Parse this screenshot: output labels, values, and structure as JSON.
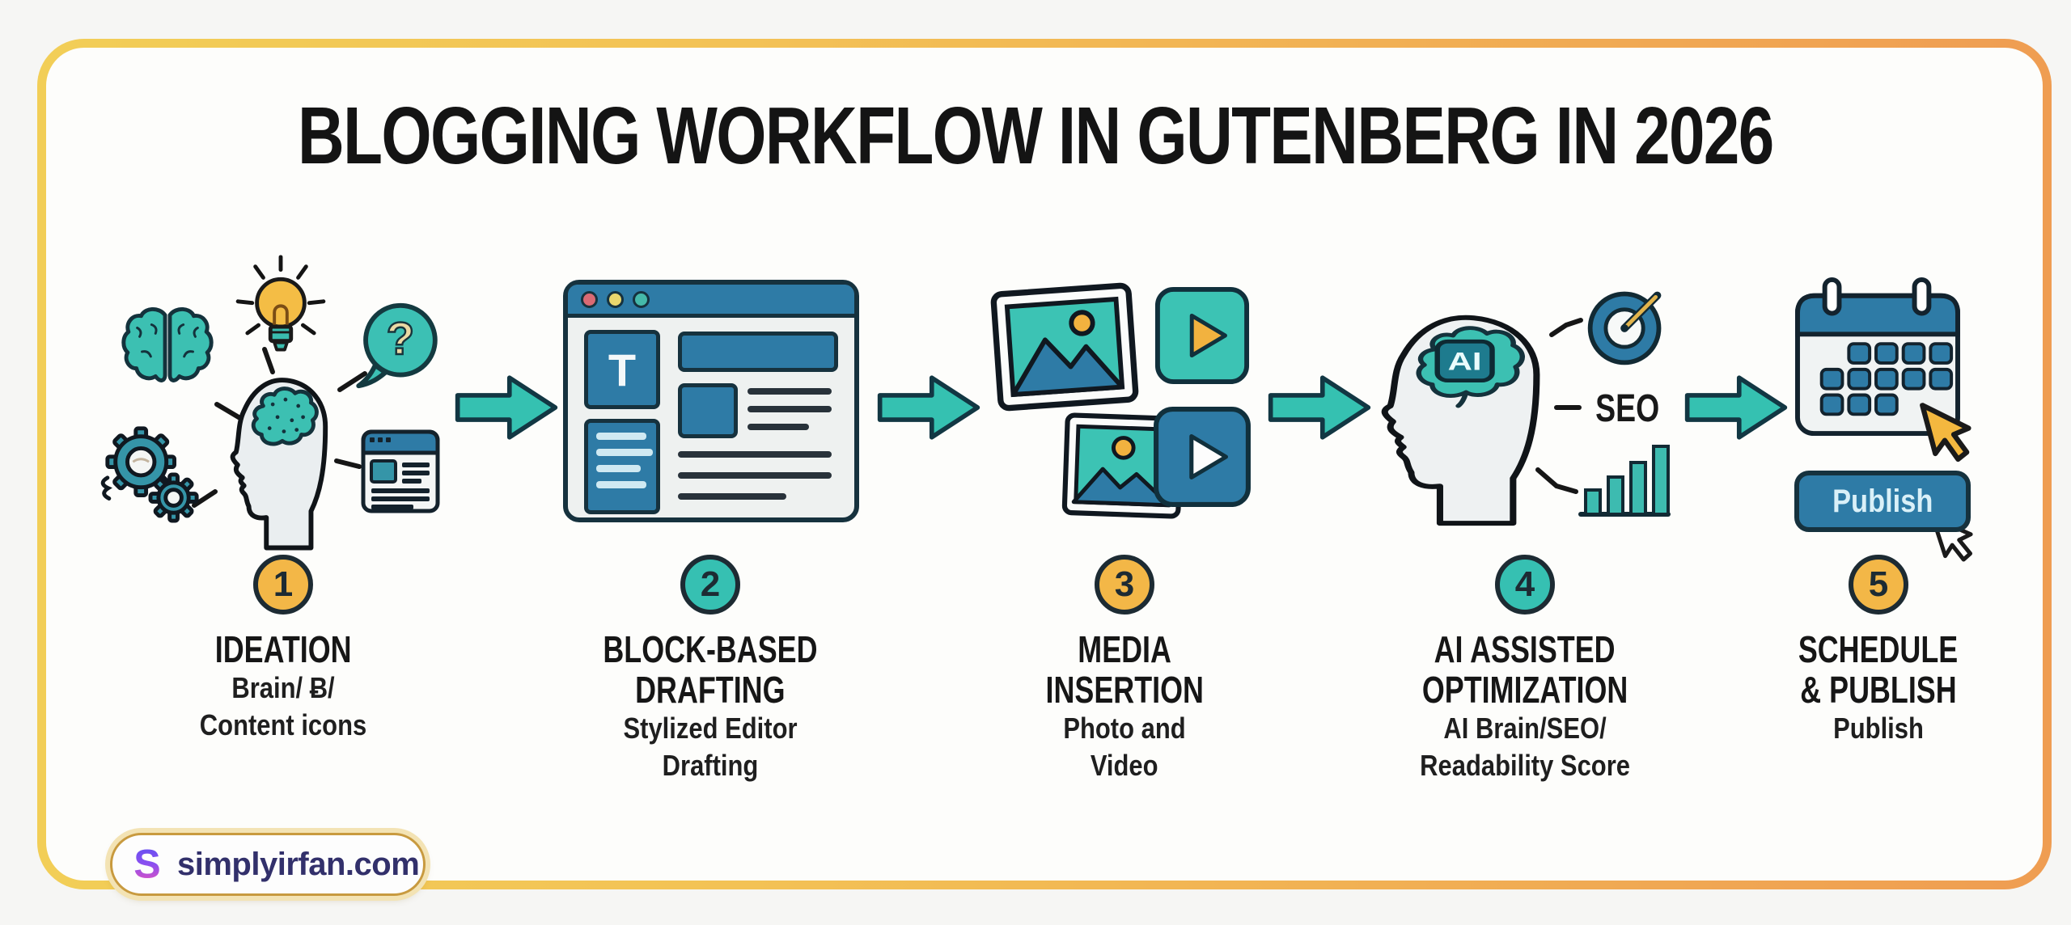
{
  "title": "BLOGGING WORKFLOW IN GUTENBERG IN 2026",
  "steps": [
    {
      "number": "1",
      "title_line1": "IDEATION",
      "sub_line1": "Brain/ Ƀ/",
      "sub_line2": "Content icons",
      "bubble_glyph": "?"
    },
    {
      "number": "2",
      "title_line1": "BLOCK-BASED",
      "title_line2": "DRAFTING",
      "sub_line1": "Stylized Editor",
      "sub_line2": "Drafting",
      "editor_text_label": "T"
    },
    {
      "number": "3",
      "title_line1": "MEDIA",
      "title_line2": "INSERTION",
      "sub_line1": "Photo and",
      "sub_line2": "Video"
    },
    {
      "number": "4",
      "title_line1": "AI ASSISTED",
      "title_line2": "OPTIMIZATION",
      "sub_line1": "AI Brain/SEO/",
      "sub_line2": "Readability Score",
      "ai_chip_label": "AI",
      "seo_label": "SEO"
    },
    {
      "number": "5",
      "title_line1": "SCHEDULE",
      "title_line2": "& PUBLISH",
      "sub_line1": "Publish",
      "publish_button_label": "Publish"
    }
  ],
  "watermark": {
    "logo_letter": "S",
    "text": "simplyirfan.com"
  },
  "colors": {
    "border_gradient_left": "#F2CE57",
    "border_gradient_right": "#EF9D52",
    "teal": "#35C1B1",
    "blue": "#2E7BA6",
    "steel_gear": "#3595A8",
    "dark_outline": "#16323E",
    "yellow": "#F3B747",
    "badge_teal": "#36C0B2",
    "title_text": "#141414",
    "watermark_text": "#32306B",
    "watermark_border": "#C89A3F"
  }
}
